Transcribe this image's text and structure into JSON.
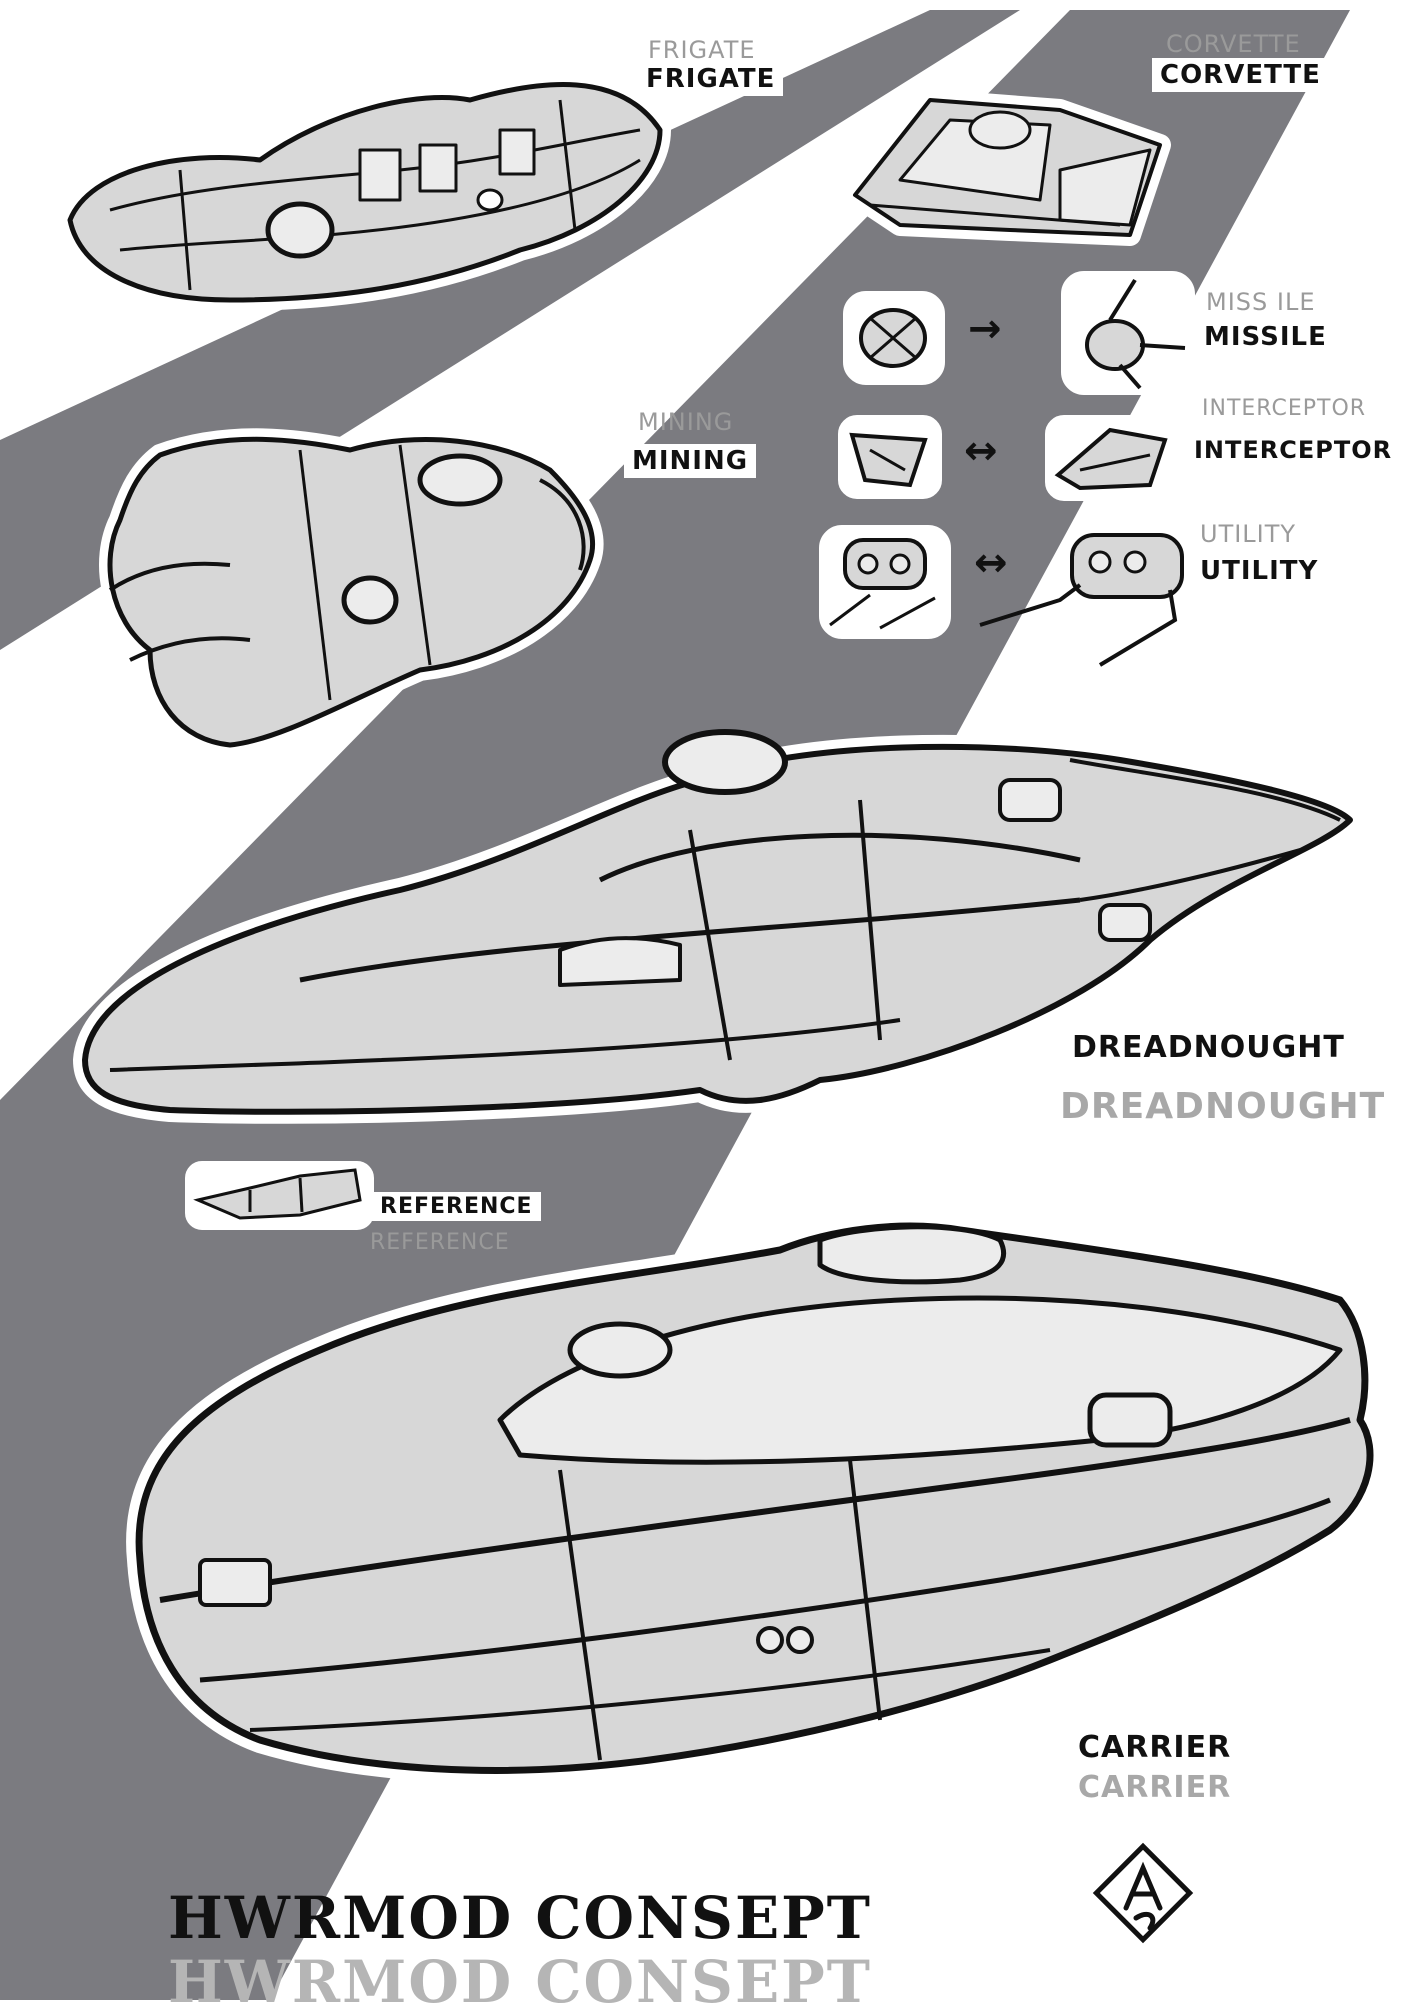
{
  "colors": {
    "background": "#ffffff",
    "stripe": "#7b7b80",
    "hull_fill": "#d7d7d7",
    "hull_light": "#ececec",
    "ink": "#111111",
    "label_gray": "#9a9a9a"
  },
  "labels": {
    "frigate": {
      "text": "FRIGATE",
      "ghost": "FRIGATE"
    },
    "corvette": {
      "text": "CORVETTE",
      "ghost": "CORVETTE"
    },
    "missile": {
      "text": "MISSILE",
      "ghost": "MISS ILE"
    },
    "mining": {
      "text": "MINING",
      "ghost": "MINING"
    },
    "interceptor": {
      "text": "INTERCEPTOR",
      "ghost": "INTERCEPTOR"
    },
    "utility": {
      "text": "UTILITY",
      "ghost": "UTILITY"
    },
    "dreadnought": {
      "text": "DREADNOUGHT",
      "ghost": "DREADNOUGHT"
    },
    "reference": {
      "text": "REFERENCE",
      "ghost": "REFERENCE"
    },
    "carrier": {
      "text": "CARRIER",
      "ghost": "CARRIER"
    }
  },
  "arrows": {
    "missile": "→",
    "interceptor": "↔",
    "utility": "↔"
  },
  "title": {
    "text": "HWRMOD CONSEPT",
    "ghost": "HWRMOD CONSEPT"
  }
}
